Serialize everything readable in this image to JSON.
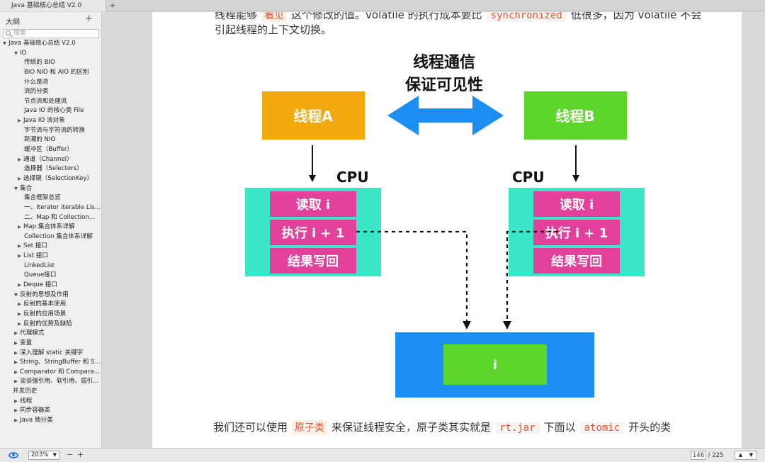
{
  "tab": {
    "title": "Java 基础核心总结 V2.0",
    "add": "+"
  },
  "sidebar": {
    "title": "大纲",
    "add": "+",
    "search_placeholder": "搜索",
    "items": [
      {
        "label": "Java 基础核心总结 V2.0",
        "level": 0,
        "arrow": "▼"
      },
      {
        "label": "IO",
        "level": 1,
        "arrow": "▼"
      },
      {
        "label": "传统的 BIO",
        "level": 2,
        "arrow": ""
      },
      {
        "label": "BIO NIO 和 AIO 的区别",
        "level": 2,
        "arrow": ""
      },
      {
        "label": "什么是流",
        "level": 2,
        "arrow": ""
      },
      {
        "label": "流的分类",
        "level": 2,
        "arrow": ""
      },
      {
        "label": "节点流和处理流",
        "level": 2,
        "arrow": ""
      },
      {
        "label": "Java IO 的核心类 File",
        "level": 2,
        "arrow": ""
      },
      {
        "label": "Java IO 流对象",
        "level": 2,
        "arrow": "▶"
      },
      {
        "label": "字节流与字符流的转换",
        "level": 2,
        "arrow": ""
      },
      {
        "label": "新潮的 NIO",
        "level": 2,
        "arrow": ""
      },
      {
        "label": "缓冲区（Buffer）",
        "level": 2,
        "arrow": ""
      },
      {
        "label": "通道（Channel）",
        "level": 2,
        "arrow": "▶"
      },
      {
        "label": "选择器（Selectors）",
        "level": 2,
        "arrow": ""
      },
      {
        "label": "选择键（SelectionKey）",
        "level": 2,
        "arrow": "▶"
      },
      {
        "label": "集合",
        "level": 1,
        "arrow": "▼"
      },
      {
        "label": "集合框架总览",
        "level": 2,
        "arrow": ""
      },
      {
        "label": "一、Iterator Iterable Lis...",
        "level": 2,
        "arrow": ""
      },
      {
        "label": "二、Map 和 Collection...",
        "level": 2,
        "arrow": ""
      },
      {
        "label": "Map 集合体系详解",
        "level": 2,
        "arrow": "▶"
      },
      {
        "label": "Collection 集合体系详解",
        "level": 2,
        "arrow": ""
      },
      {
        "label": "Set 接口",
        "level": 2,
        "arrow": "▶"
      },
      {
        "label": "List 接口",
        "level": 2,
        "arrow": "▶"
      },
      {
        "label": "LinkedList",
        "level": 2,
        "arrow": ""
      },
      {
        "label": "Queue接口",
        "level": 2,
        "arrow": ""
      },
      {
        "label": "Deque 接口",
        "level": 2,
        "arrow": "▶"
      },
      {
        "label": "反射的思想及作用",
        "level": 1,
        "arrow": "▼"
      },
      {
        "label": "反射的基本使用",
        "level": 2,
        "arrow": "▶"
      },
      {
        "label": "反射的应用场景",
        "level": 2,
        "arrow": "▶"
      },
      {
        "label": "反射的优势及缺陷",
        "level": 2,
        "arrow": "▶"
      },
      {
        "label": "代理模式",
        "level": 1,
        "arrow": "▶"
      },
      {
        "label": "变量",
        "level": 1,
        "arrow": "▶"
      },
      {
        "label": "深入理解 static 关键字",
        "level": 1,
        "arrow": "▶"
      },
      {
        "label": "String、StringBuffer 和 Stri...",
        "level": 1,
        "arrow": "▶"
      },
      {
        "label": "Comparator 和 Comparable",
        "level": 1,
        "arrow": "▶"
      },
      {
        "label": "谈谈强引用、软引用、弱引...",
        "level": 1,
        "arrow": "▶"
      },
      {
        "label": "并发历史",
        "level": 1,
        "arrow": ""
      },
      {
        "label": "线程",
        "level": 1,
        "arrow": "▶"
      },
      {
        "label": "同步容器类",
        "level": 1,
        "arrow": "▶"
      },
      {
        "label": "Java 锁分类",
        "level": 1,
        "arrow": "▶"
      }
    ]
  },
  "doc": {
    "line1": {
      "pre": "线程能够",
      "hl": "看见",
      "mid": "这个修改的值。volatile 的执行成本要比",
      "code": "synchronized",
      "post": "低很多，因为 volatile 不会"
    },
    "line2": "引起线程的上下文切换。",
    "bottom": {
      "pre": "我们还可以使用",
      "hl": "原子类",
      "mid1": "来保证线程安全，原子类其实就是",
      "code1": "rt.jar",
      "mid2": "下面以",
      "code2": "atomic",
      "post": "开头的类"
    }
  },
  "diagram": {
    "title_line1": "线程通信",
    "title_line2": "保证可见性",
    "thread_a": "线程A",
    "thread_b": "线程B",
    "cpu_label_left": "CPU",
    "cpu_label_right": "CPU",
    "steps_left": [
      "读取 i",
      "执行 i + 1",
      "结果写回"
    ],
    "steps_right": [
      "读取 i",
      "执行 i + 1",
      "结果写回"
    ],
    "memory_var": "i",
    "colors": {
      "thread_a": "#F2A90E",
      "thread_b": "#5DD62C",
      "cpu_bg": "#3BE5C7",
      "step": "#E2409A",
      "memory_bg": "#1E8FF2",
      "memory_var": "#5DD62C",
      "arrow": "#1E8FF2"
    }
  },
  "statusbar": {
    "zoom": "203%",
    "minus": "−",
    "plus": "+",
    "page_current": "146",
    "page_total": "/ 225",
    "up": "▲",
    "down": "▼"
  }
}
